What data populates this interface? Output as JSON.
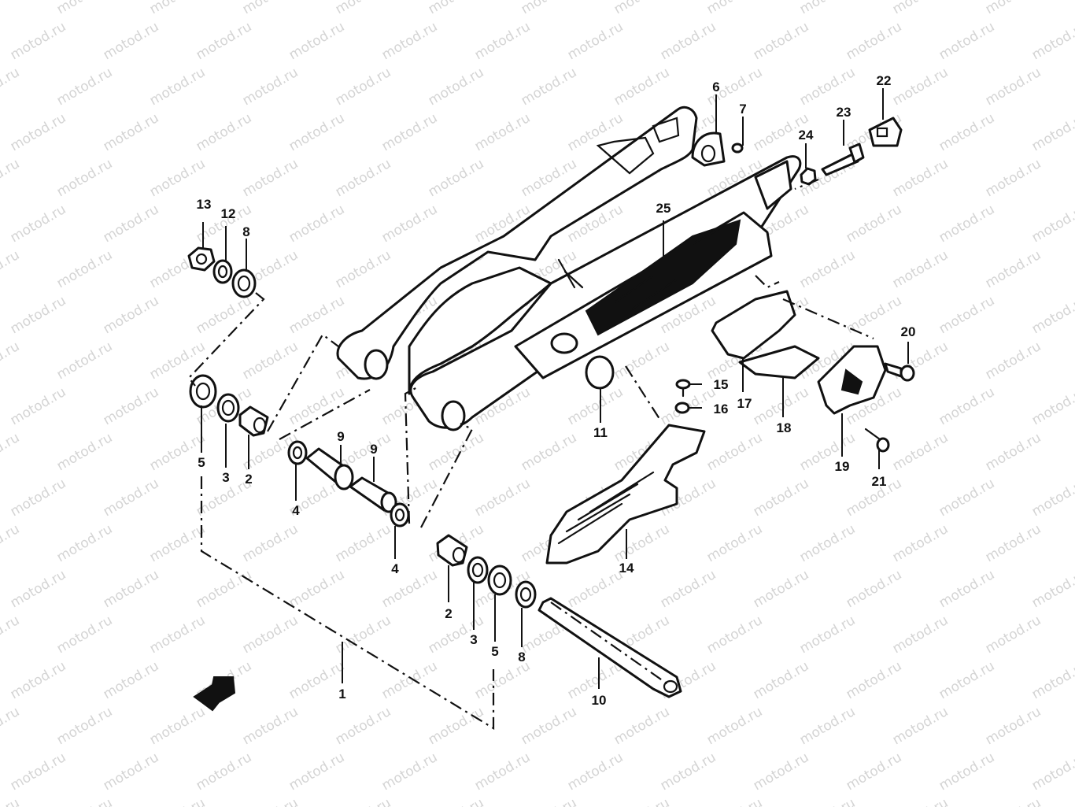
{
  "watermark": {
    "text": "motod.ru",
    "color": "#d4d4d4"
  },
  "diagram": {
    "line_color": "#111111",
    "background": "#ffffff",
    "callouts": [
      {
        "id": "1",
        "label": "1"
      },
      {
        "id": "2a",
        "label": "2"
      },
      {
        "id": "2b",
        "label": "2"
      },
      {
        "id": "3a",
        "label": "3"
      },
      {
        "id": "3b",
        "label": "3"
      },
      {
        "id": "4a",
        "label": "4"
      },
      {
        "id": "4b",
        "label": "4"
      },
      {
        "id": "5a",
        "label": "5"
      },
      {
        "id": "5b",
        "label": "5"
      },
      {
        "id": "6",
        "label": "6"
      },
      {
        "id": "7",
        "label": "7"
      },
      {
        "id": "8a",
        "label": "8"
      },
      {
        "id": "8b",
        "label": "8"
      },
      {
        "id": "9a",
        "label": "9"
      },
      {
        "id": "9b",
        "label": "9"
      },
      {
        "id": "10",
        "label": "10"
      },
      {
        "id": "11",
        "label": "11"
      },
      {
        "id": "12",
        "label": "12"
      },
      {
        "id": "13",
        "label": "13"
      },
      {
        "id": "14",
        "label": "14"
      },
      {
        "id": "15",
        "label": "15"
      },
      {
        "id": "16",
        "label": "16"
      },
      {
        "id": "17",
        "label": "17"
      },
      {
        "id": "18",
        "label": "18"
      },
      {
        "id": "19",
        "label": "19"
      },
      {
        "id": "20",
        "label": "20"
      },
      {
        "id": "21",
        "label": "21"
      },
      {
        "id": "22",
        "label": "22"
      },
      {
        "id": "23",
        "label": "23"
      },
      {
        "id": "24",
        "label": "24"
      },
      {
        "id": "25",
        "label": "25"
      }
    ]
  }
}
